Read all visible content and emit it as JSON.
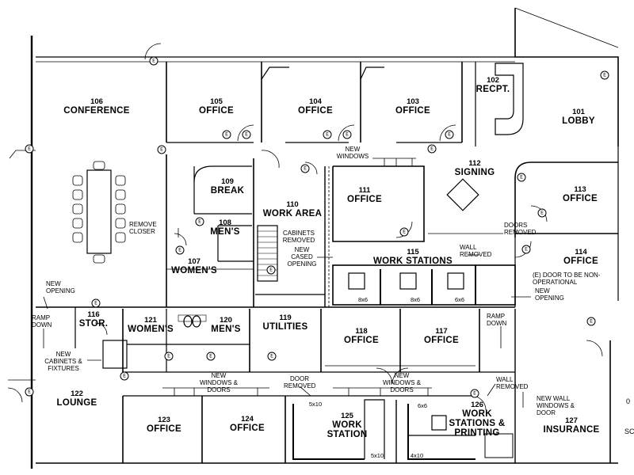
{
  "rooms": [
    {
      "id": "r106",
      "number": "106",
      "name": "CONFERENCE"
    },
    {
      "id": "r105",
      "number": "105",
      "name": "OFFICE"
    },
    {
      "id": "r104",
      "number": "104",
      "name": "OFFICE"
    },
    {
      "id": "r103",
      "number": "103",
      "name": "OFFICE"
    },
    {
      "id": "r102",
      "number": "102",
      "name": "RECPT."
    },
    {
      "id": "r101",
      "number": "101",
      "name": "LOBBY"
    },
    {
      "id": "r109",
      "number": "109",
      "name": "BREAK"
    },
    {
      "id": "r110",
      "number": "110",
      "name": "WORK AREA"
    },
    {
      "id": "r111",
      "number": "111",
      "name": "OFFICE"
    },
    {
      "id": "r112",
      "number": "112",
      "name": "SIGNING"
    },
    {
      "id": "r113",
      "number": "113",
      "name": "OFFICE"
    },
    {
      "id": "r108",
      "number": "108",
      "name": "MEN'S"
    },
    {
      "id": "r107",
      "number": "107",
      "name": "WOMEN'S"
    },
    {
      "id": "r115",
      "number": "115",
      "name": "WORK STATIONS"
    },
    {
      "id": "r114",
      "number": "114",
      "name": "OFFICE"
    },
    {
      "id": "r116",
      "number": "116",
      "name": "STOR."
    },
    {
      "id": "r121",
      "number": "121",
      "name": "WOMEN'S"
    },
    {
      "id": "r120",
      "number": "120",
      "name": "MEN'S"
    },
    {
      "id": "r119",
      "number": "119",
      "name": "UTILITIES"
    },
    {
      "id": "r118",
      "number": "118",
      "name": "OFFICE"
    },
    {
      "id": "r117",
      "number": "117",
      "name": "OFFICE"
    },
    {
      "id": "r122",
      "number": "122",
      "name": "LOUNGE"
    },
    {
      "id": "r123",
      "number": "123",
      "name": "OFFICE"
    },
    {
      "id": "r124",
      "number": "124",
      "name": "OFFICE"
    },
    {
      "id": "r125",
      "number": "125",
      "name": "WORK STATION"
    },
    {
      "id": "r126",
      "number": "126",
      "name": "WORK STATIONS & PRINTING"
    },
    {
      "id": "r127",
      "number": "127",
      "name": "INSURANCE"
    }
  ],
  "notes": {
    "new_windows_top": "NEW WINDOWS",
    "remove_closer": "REMOVE CLOSER",
    "cabinets_removed": "CABINETS REMOVED",
    "new_cased_opening": "NEW CASED OPENING",
    "doors_removed": "DOORS REMOVED",
    "wall_removed_115": "WALL REMOVED",
    "door_non_operational": "(E) DOOR TO BE NON-OPERATIONAL",
    "new_opening_right": "NEW OPENING",
    "new_opening_left": "NEW OPENING",
    "ramp_down_left": "RAMP DOWN",
    "ramp_down_right": "RAMP DOWN",
    "new_cabinets_fixtures": "NEW CABINETS & FIXTURES",
    "new_windows_doors_mid": "NEW WINDOWS & DOORS",
    "door_removed": "DOOR REMOVED",
    "new_windows_doors_118": "NEW WINDOWS & DOORS",
    "wall_removed_127": "WALL REMOVED",
    "new_wall_windows_door": "NEW WALL WINDOWS & DOOR"
  },
  "dimensions": {
    "ws_a": "8x6",
    "ws_b": "8x6",
    "ws_c": "6x6",
    "ws_d": "5x10",
    "ws_e": "5x10",
    "ws_f": "6x6",
    "ws_g": "4x10"
  },
  "existing_tag": "E",
  "edge_scale": "SC",
  "edge_mark": "0"
}
